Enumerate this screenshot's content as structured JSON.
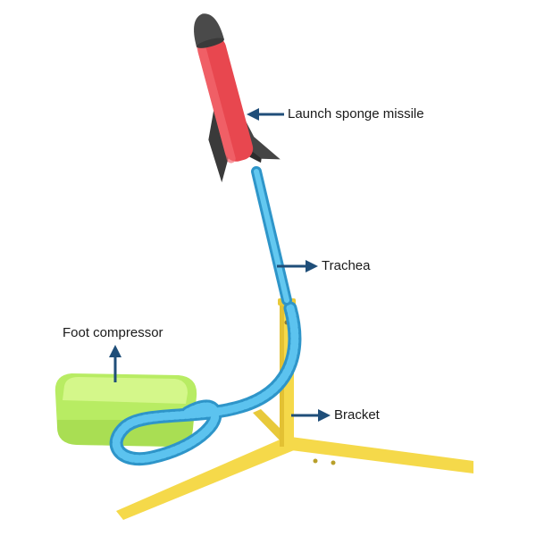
{
  "labels": {
    "missile": "Launch sponge missile",
    "trachea": "Trachea",
    "bracket": "Bracket",
    "foot_compressor": "Foot compressor"
  },
  "colors": {
    "missile_body": "#e8474f",
    "missile_tip": "#4a4a4a",
    "fins": "#3a3a3a",
    "tube": "#3aaee0",
    "bracket": "#f5d94a",
    "compressor": "#b8ec63",
    "arrow": "#1f4e79"
  }
}
